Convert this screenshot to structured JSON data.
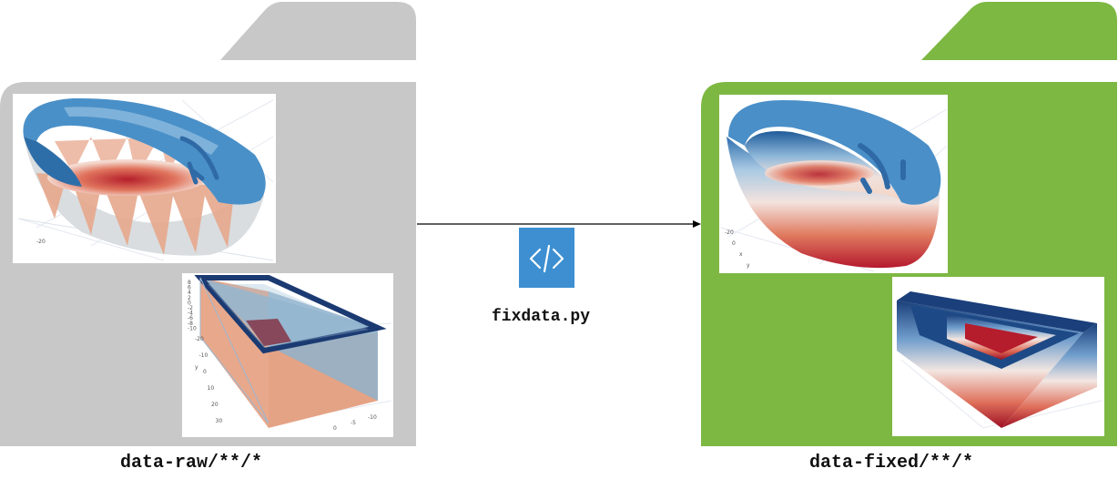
{
  "folders": {
    "raw": {
      "label": "data-raw/**/*",
      "color": "#c8c8c8"
    },
    "fixed": {
      "label": "data-fixed/**/*",
      "color": "#7db843"
    }
  },
  "script": {
    "label": "fixdata.py",
    "icon": "code-file-icon",
    "icon_color": "#3d8fd1"
  },
  "arrow": {
    "color": "#000000"
  },
  "thumbnails": {
    "raw_bowl": {
      "tick": "-20"
    },
    "raw_box": {
      "y_title": "y",
      "z_ticks": [
        "8",
        "6",
        "4",
        "2",
        "0",
        "-2",
        "-4",
        "-6",
        "-8",
        "-10"
      ],
      "y_ticks": [
        "-20",
        "-10",
        "0",
        "10",
        "20",
        "30"
      ],
      "x_ticks": [
        "0",
        "-5",
        "-10"
      ]
    },
    "fixed_bowl": {
      "ticks": [
        "-20",
        "0",
        "x",
        "y"
      ]
    }
  }
}
